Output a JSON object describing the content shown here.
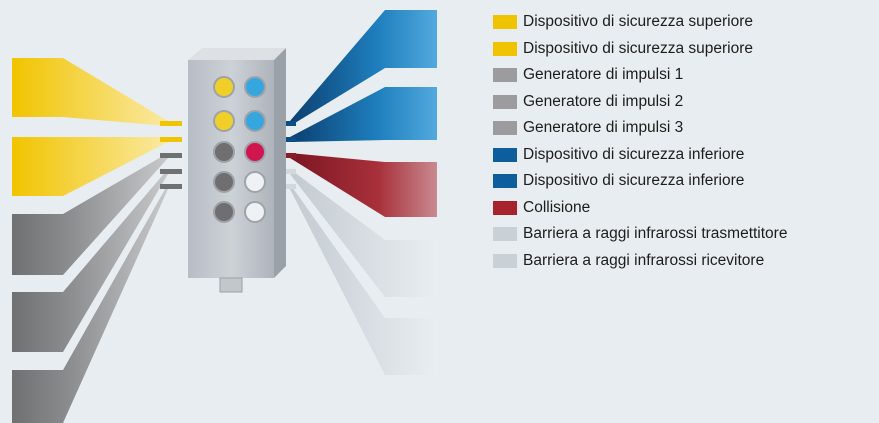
{
  "legend": [
    {
      "label": "Dispositivo di sicurezza superiore",
      "color": "#f0c300"
    },
    {
      "label": "Dispositivo di sicurezza superiore",
      "color": "#f0c300"
    },
    {
      "label": "Generatore di impulsi 1",
      "color": "#9c9c9e"
    },
    {
      "label": "Generatore di impulsi 2",
      "color": "#9c9c9e"
    },
    {
      "label": "Generatore di impulsi 3",
      "color": "#9c9c9e"
    },
    {
      "label": "Dispositivo di sicurezza inferiore",
      "color": "#0c5f9c"
    },
    {
      "label": "Dispositivo di sicurezza inferiore",
      "color": "#0c5f9c"
    },
    {
      "label": "Collisione",
      "color": "#a8232d"
    },
    {
      "label": "Barriera a raggi infrarossi trasmettitore",
      "color": "#c9d0d6"
    },
    {
      "label": "Barriera a raggi infrarossi ricevitore",
      "color": "#c9d0d6"
    }
  ],
  "device": {
    "buttons_left": [
      "yellow",
      "yellow",
      "grey",
      "grey",
      "grey"
    ],
    "buttons_right": [
      "blue",
      "blue",
      "red",
      "white",
      "white"
    ]
  }
}
